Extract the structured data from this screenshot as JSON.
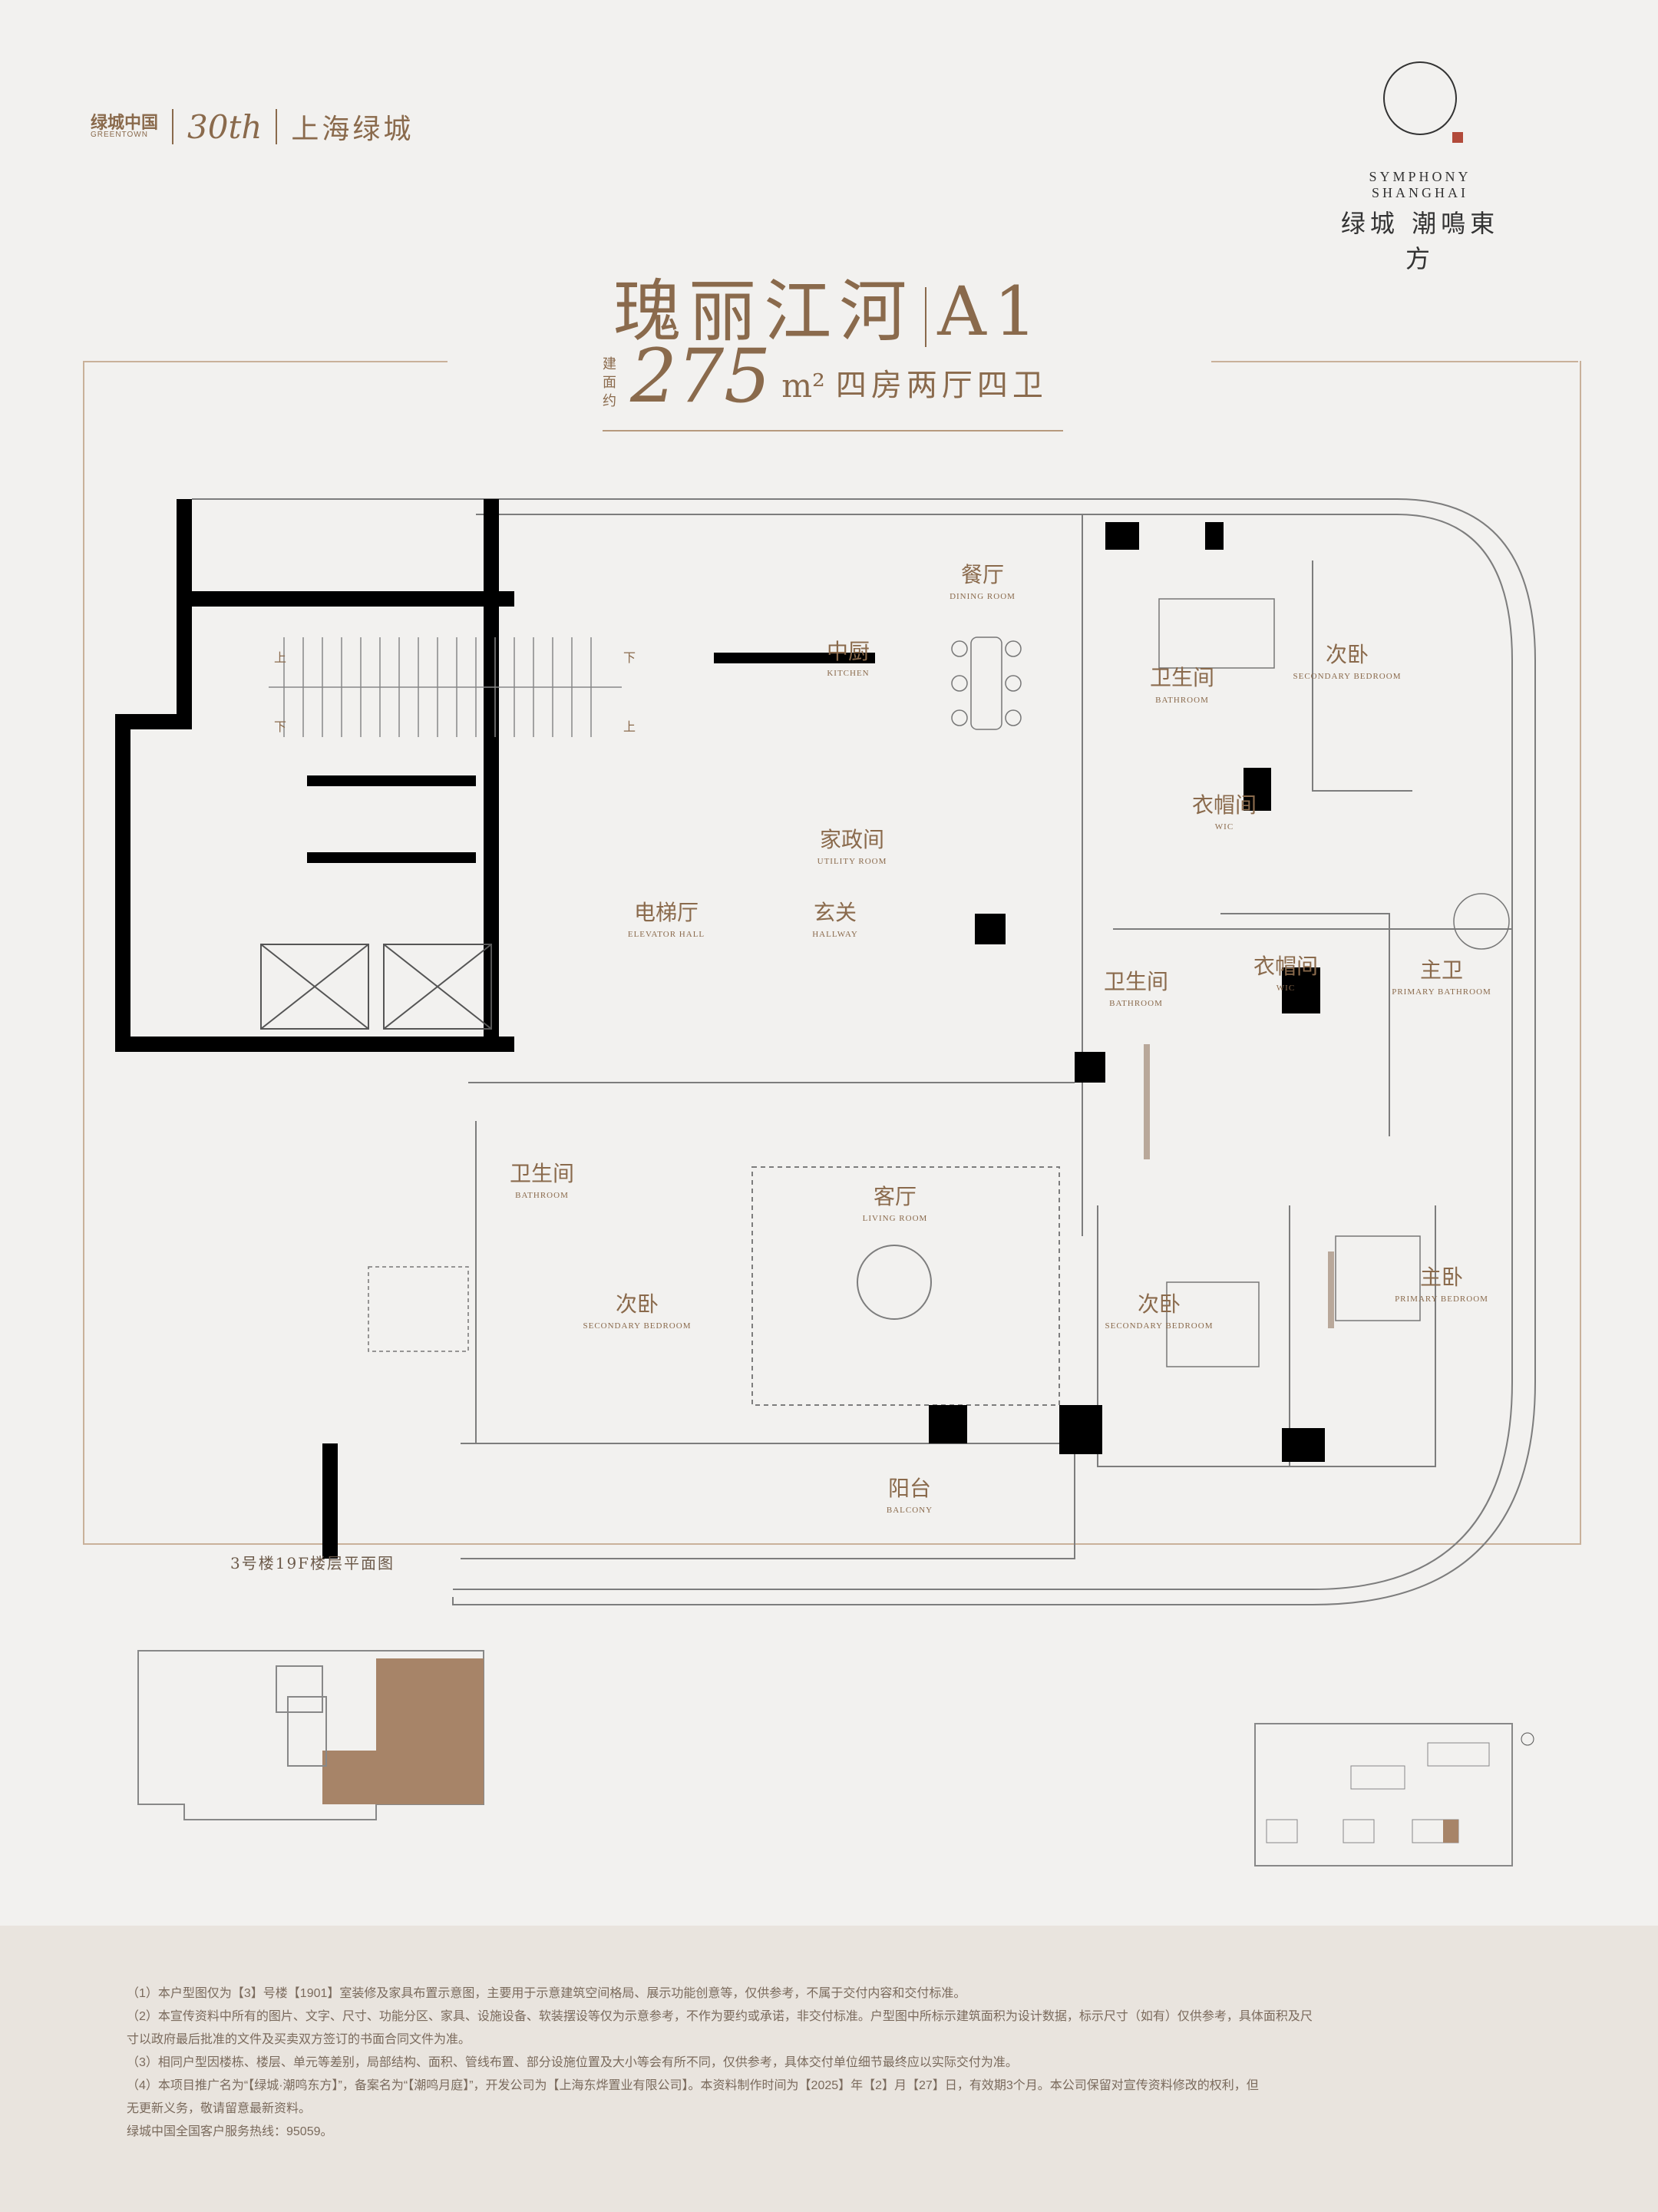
{
  "header": {
    "brand_name": "绿城中国",
    "brand_sub": "GREENTOWN",
    "anniversary": "30th",
    "brand_region": "上海绿城"
  },
  "project": {
    "name_en": "SYMPHONY SHANGHAI",
    "name_cn": "绿城 潮鳴東方"
  },
  "unit": {
    "title": "瑰丽江河",
    "type": "A1",
    "area_prefix": "建面约",
    "area": "275",
    "area_unit": "m²",
    "layout": "四房两厅四卫"
  },
  "rooms": [
    {
      "cn": "餐厅",
      "en": "DINING ROOM"
    },
    {
      "cn": "中厨",
      "en": "KITCHEN"
    },
    {
      "cn": "卫生间",
      "en": "BATHROOM"
    },
    {
      "cn": "次卧",
      "en": "SECONDARY BEDROOM"
    },
    {
      "cn": "家政间",
      "en": "UTILITY ROOM"
    },
    {
      "cn": "衣帽间",
      "en": "WIC"
    },
    {
      "cn": "电梯厅",
      "en": "ELEVATOR HALL"
    },
    {
      "cn": "玄关",
      "en": "HALLWAY"
    },
    {
      "cn": "卫生间",
      "en": "BATHROOM"
    },
    {
      "cn": "衣帽间",
      "en": "WIC"
    },
    {
      "cn": "主卫",
      "en": "PRIMARY BATHROOM"
    },
    {
      "cn": "卫生间",
      "en": "BATHROOM"
    },
    {
      "cn": "客厅",
      "en": "LIVING ROOM"
    },
    {
      "cn": "次卧",
      "en": "SECONDARY BEDROOM"
    },
    {
      "cn": "次卧",
      "en": "SECONDARY BEDROOM"
    },
    {
      "cn": "主卧",
      "en": "PRIMARY BEDROOM"
    },
    {
      "cn": "阳台",
      "en": "BALCONY"
    }
  ],
  "stair_marks": [
    "上",
    "下",
    "下",
    "上"
  ],
  "keyplan_label": "3号楼19F楼层平面图",
  "colors": {
    "accent": "#8a6a4c",
    "highlight": "#a78468",
    "wall": "#000000"
  },
  "notes": [
    "（1）本户型图仅为【3】号楼【1901】室装修及家具布置示意图，主要用于示意建筑空间格局、展示功能创意等，仅供参考，不属于交付内容和交付标准。",
    "（2）本宣传资料中所有的图片、文字、尺寸、功能分区、家具、设施设备、软装摆设等仅为示意参考，不作为要约或承诺，非交付标准。户型图中所标示建筑面积为设计数据，标示尺寸（如有）仅供参考，具体面积及尺",
    "寸以政府最后批准的文件及买卖双方签订的书面合同文件为准。",
    "（3）相同户型因楼栋、楼层、单元等差别，局部结构、面积、管线布置、部分设施位置及大小等会有所不同，仅供参考，具体交付单位细节最终应以实际交付为准。",
    "（4）本项目推广名为“【绿城·潮鸣东方】”，备案名为“【潮鸣月庭】”，开发公司为【上海东烨置业有限公司】。本资料制作时间为【2025】年【2】月【27】日，有效期3个月。本公司保留对宣传资料修改的权利，但",
    "无更新义务，敬请留意最新资料。",
    "绿城中国全国客户服务热线：95059。"
  ]
}
